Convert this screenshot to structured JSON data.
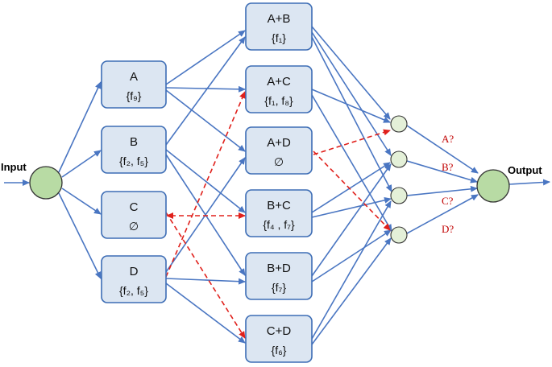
{
  "labels": {
    "input": "Input",
    "output": "Output"
  },
  "first_layer": [
    {
      "id": "A",
      "title": "A",
      "features": "{f₉}"
    },
    {
      "id": "B",
      "title": "B",
      "features": "{f₂, f₅}"
    },
    {
      "id": "C",
      "title": "C",
      "features": "∅"
    },
    {
      "id": "D",
      "title": "D",
      "features": "{f₂, f₅}"
    }
  ],
  "second_layer": [
    {
      "id": "AB",
      "title": "A+B",
      "features": "{f₁}"
    },
    {
      "id": "AC",
      "title": "A+C",
      "features": "{f₁, f₈}"
    },
    {
      "id": "AD",
      "title": "A+D",
      "features": "∅"
    },
    {
      "id": "BC",
      "title": "B+C",
      "features": "{f₄ , f₇}"
    },
    {
      "id": "BD",
      "title": "B+D",
      "features": "{f₇}"
    },
    {
      "id": "CD",
      "title": "C+D",
      "features": "{f₆}"
    }
  ],
  "questions": [
    "A?",
    "B?",
    "C?",
    "D?"
  ],
  "colors": {
    "edge": "#4a76c2",
    "dashed": "#e0201b",
    "box_fill": "#dce6f2",
    "node_fill": "#b8dba4"
  }
}
